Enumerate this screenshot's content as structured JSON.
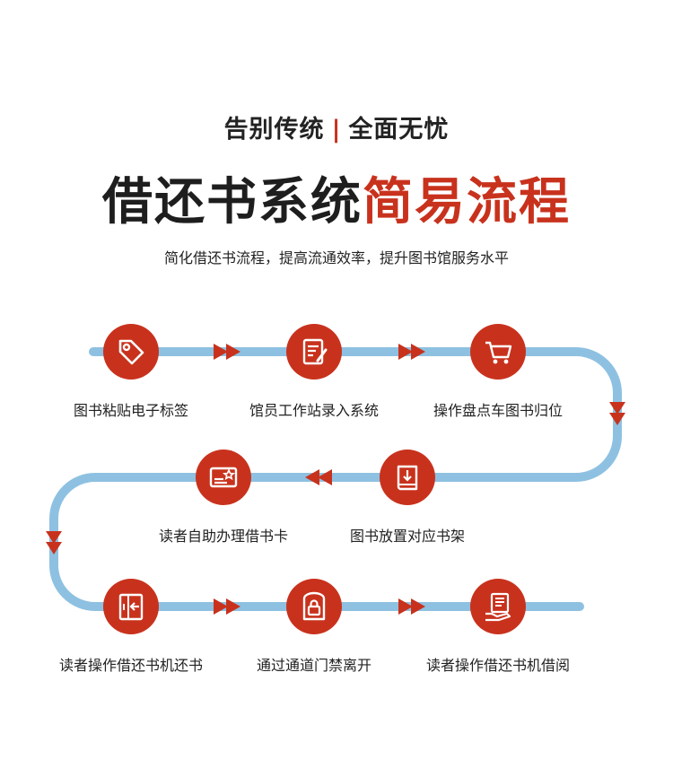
{
  "header": {
    "subtitle_left": "告别传统",
    "separator": "|",
    "subtitle_right": "全面无忧",
    "title_main": "借还书系统",
    "title_highlight": "简易流程",
    "description": "简化借还书流程，提高流通效率，提升图书馆服务水平"
  },
  "colors": {
    "accent": "#c8321d",
    "path": "#8ec1e1",
    "text": "#222222"
  },
  "steps": [
    {
      "label": "图书粘贴电子标签",
      "icon": "tag-icon"
    },
    {
      "label": "馆员工作站录入系统",
      "icon": "edit-document-icon"
    },
    {
      "label": "操作盘点车图书归位",
      "icon": "cart-icon"
    },
    {
      "label": "图书放置对应书架",
      "icon": "book-download-icon"
    },
    {
      "label": "读者自助办理借书卡",
      "icon": "card-star-icon"
    },
    {
      "label": "读者操作借还书机还书",
      "icon": "return-door-icon"
    },
    {
      "label": "通过通道门禁离开",
      "icon": "lock-gate-icon"
    },
    {
      "label": "读者操作借还书机借阅",
      "icon": "hand-document-icon"
    }
  ]
}
